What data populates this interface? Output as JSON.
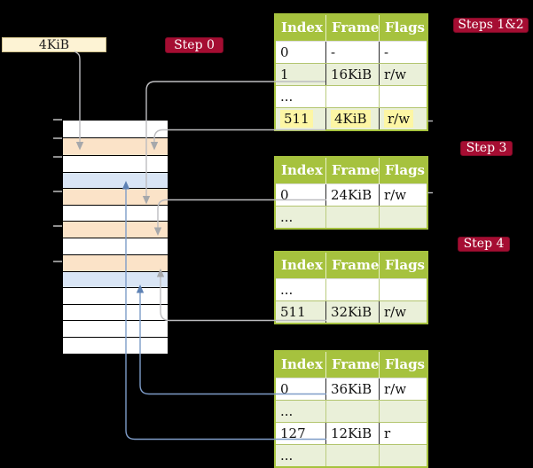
{
  "frame_label": {
    "text": "4KiB"
  },
  "badges": {
    "step0": {
      "label": "Step 0"
    },
    "steps12": {
      "label": "Steps 1&2"
    },
    "step3": {
      "label": "Step 3"
    },
    "step4": {
      "label": "Step 4"
    }
  },
  "page_tables": [
    {
      "id": "t1",
      "step": "Steps 1&2",
      "headers": [
        "Index",
        "Frame",
        "Flags"
      ],
      "rows": [
        {
          "cells": [
            "0",
            "-",
            "-"
          ],
          "shade": "white",
          "highlight": false
        },
        {
          "cells": [
            "1",
            "16KiB",
            "r/w"
          ],
          "shade": "green",
          "highlight": false
        },
        {
          "cells": [
            "...",
            "",
            ""
          ],
          "shade": "white",
          "highlight": false
        },
        {
          "cells": [
            "511",
            "4KiB",
            "r/w"
          ],
          "shade": "green",
          "highlight": true
        }
      ]
    },
    {
      "id": "t2",
      "step": "Step 3",
      "headers": [
        "Index",
        "Frame",
        "Flags"
      ],
      "rows": [
        {
          "cells": [
            "0",
            "24KiB",
            "r/w"
          ],
          "shade": "white",
          "highlight": false
        },
        {
          "cells": [
            "...",
            "",
            ""
          ],
          "shade": "green",
          "highlight": false
        }
      ]
    },
    {
      "id": "t3",
      "step": "Step 4",
      "headers": [
        "Index",
        "Frame",
        "Flags"
      ],
      "rows": [
        {
          "cells": [
            "...",
            "",
            ""
          ],
          "shade": "white",
          "highlight": false
        },
        {
          "cells": [
            "511",
            "32KiB",
            "r/w"
          ],
          "shade": "green",
          "highlight": false
        }
      ]
    },
    {
      "id": "t4",
      "step": "",
      "headers": [
        "Index",
        "Frame",
        "Flags"
      ],
      "rows": [
        {
          "cells": [
            "0",
            "36KiB",
            "r/w"
          ],
          "shade": "white",
          "highlight": false
        },
        {
          "cells": [
            "...",
            "",
            ""
          ],
          "shade": "green",
          "highlight": false
        },
        {
          "cells": [
            "127",
            "12KiB",
            "r"
          ],
          "shade": "white",
          "highlight": false
        },
        {
          "cells": [
            "...",
            "",
            ""
          ],
          "shade": "green",
          "highlight": false
        }
      ]
    }
  ],
  "memory": {
    "row_colors": [
      "white",
      "orange",
      "white",
      "blue",
      "orange",
      "white",
      "orange",
      "white",
      "orange",
      "blue",
      "white",
      "white",
      "white",
      "white"
    ]
  },
  "connectors": [
    {
      "id": "c-label-root",
      "from": "4KiB frame label",
      "to": "root table frame in memory",
      "color": "gray"
    },
    {
      "id": "c-t1r1",
      "from": "table1 entry 1 (16KiB)",
      "to": "frame at 16KiB",
      "color": "gray"
    },
    {
      "id": "c-t1r511",
      "from": "table1 entry 511 (4KiB)",
      "to": "frame at 4KiB",
      "color": "gray"
    },
    {
      "id": "c-t2r0",
      "from": "table2 entry 0 (24KiB)",
      "to": "frame at 24KiB",
      "color": "gray"
    },
    {
      "id": "c-t3r511",
      "from": "table3 entry 511 (32KiB)",
      "to": "frame at 32KiB",
      "color": "gray"
    },
    {
      "id": "c-t4r0",
      "from": "table4 entry 0 (36KiB)",
      "to": "frame at 36KiB",
      "color": "blue"
    },
    {
      "id": "c-t4r127",
      "from": "table4 entry 127 (12KiB)",
      "to": "frame at 12KiB",
      "color": "blue"
    },
    {
      "id": "stub-t1",
      "from": "table1 row 511 right edge",
      "to": "",
      "color": "gray"
    },
    {
      "id": "stub-t2",
      "from": "table2 row 0 right edge",
      "to": "",
      "color": "gray"
    }
  ],
  "colors": {
    "header_green": "#a6c23e",
    "row_green": "#eaf0d9",
    "highlight_yellow": "#fdf6a4",
    "frame_orange": "#fbe3c8",
    "frame_blue": "#d9e5f5",
    "badge_red": "#a50d32",
    "label_cream": "#fdf3d4",
    "line_gray": "#bdbdc0",
    "arrow_gray": "#a6a8ab",
    "line_blue": "#7e9cc8",
    "arrow_blue": "#5d81b4",
    "sep_dark": "#2a2a2a",
    "sep_green": "#b9cb7d",
    "row_border": "#b3c56f"
  }
}
